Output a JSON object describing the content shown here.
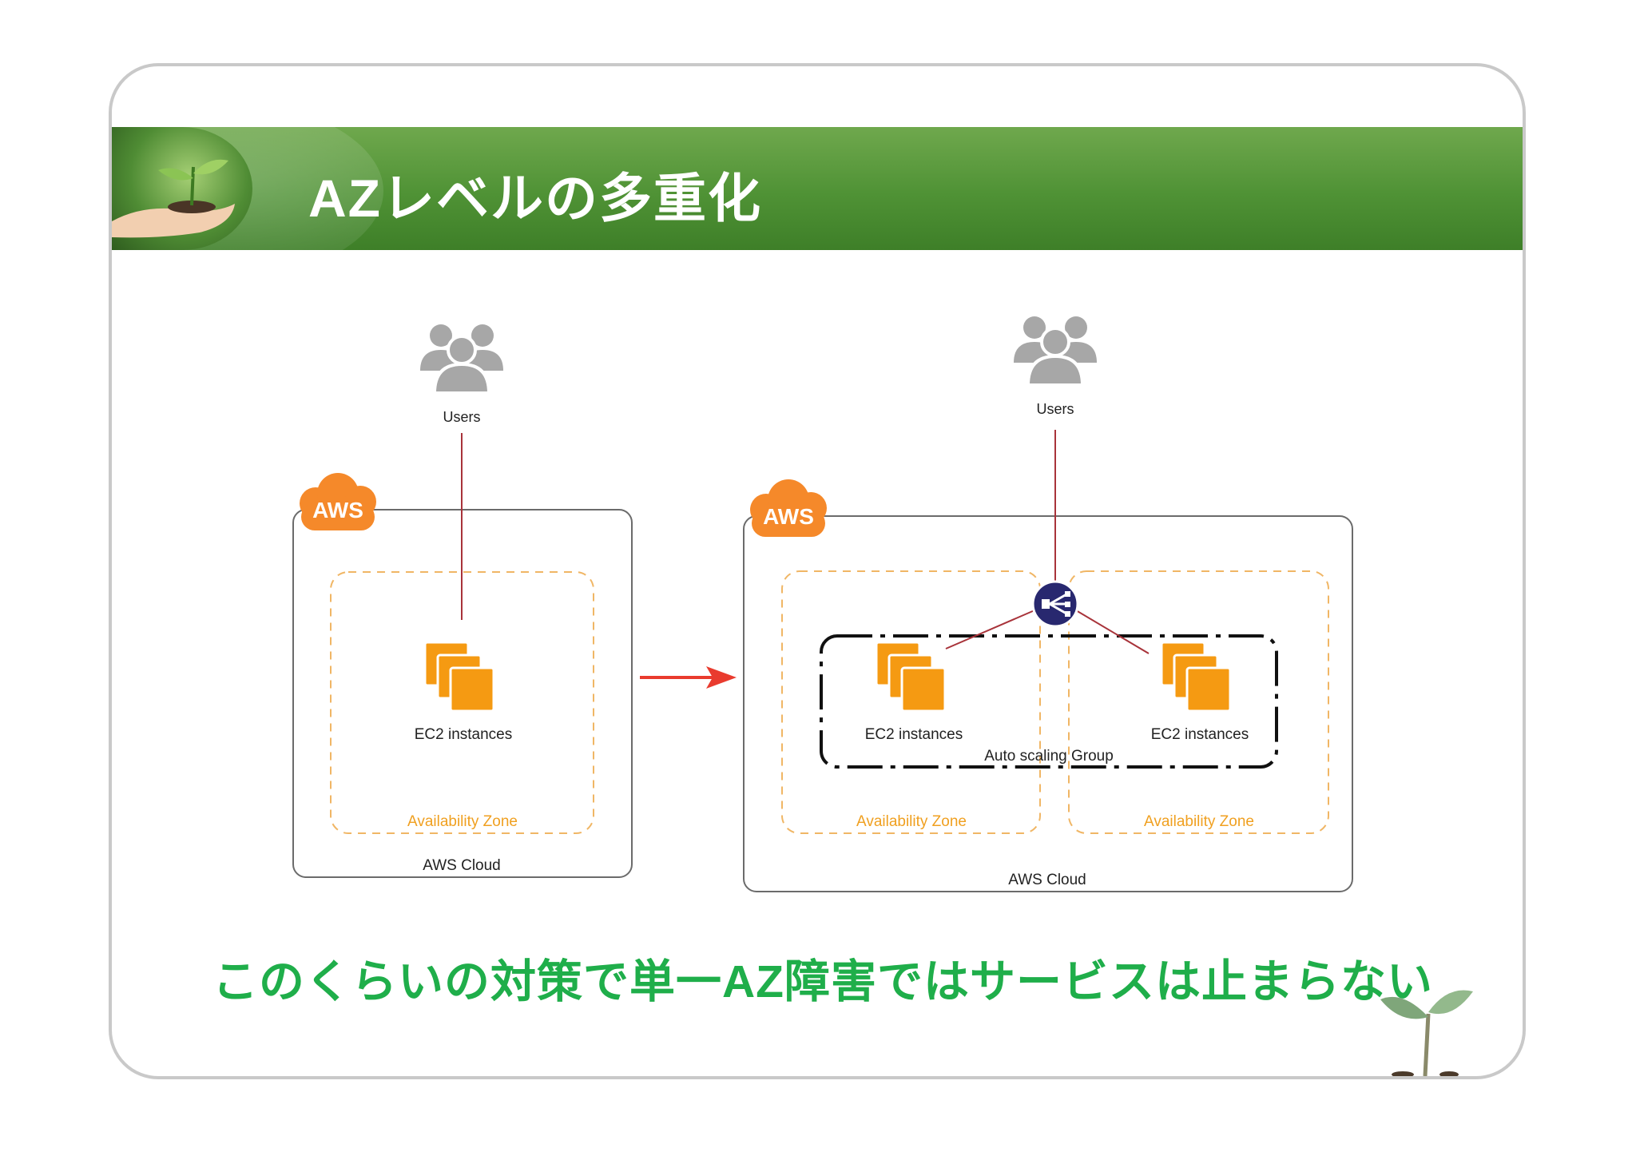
{
  "slide": {
    "title": "AZレベルの多重化",
    "conclusion": "このくらいの対策で単一AZ障害ではサービスは止まらない"
  },
  "left_diagram": {
    "users_label": "Users",
    "aws_badge": "AWS",
    "ec2_label": "EC2 instances",
    "az_label": "Availability Zone",
    "cloud_label": "AWS Cloud"
  },
  "right_diagram": {
    "users_label": "Users",
    "aws_badge": "AWS",
    "ec2_left_label": "EC2 instances",
    "ec2_right_label": "EC2 instances",
    "asg_label": "Auto scaling Group",
    "az_left_label": "Availability Zone",
    "az_right_label": "Availability Zone",
    "cloud_label": "AWS Cloud"
  },
  "colors": {
    "title_green": "#4f9235",
    "conclusion_green": "#1fae4a",
    "aws_orange": "#f5892a",
    "ec2_orange": "#f59a12",
    "az_border": "#f0b665",
    "link_line": "#a8333a",
    "arrow_red": "#e93b2e",
    "load_balancer": "#28286f",
    "users_gray": "#a7a7a7"
  },
  "icons": {
    "users": "users-group-icon",
    "aws": "aws-cloud-icon",
    "ec2": "ec2-instances-icon",
    "load_balancer": "load-balancer-icon",
    "arrow": "right-arrow-icon",
    "seedling": "seedling-icon"
  }
}
